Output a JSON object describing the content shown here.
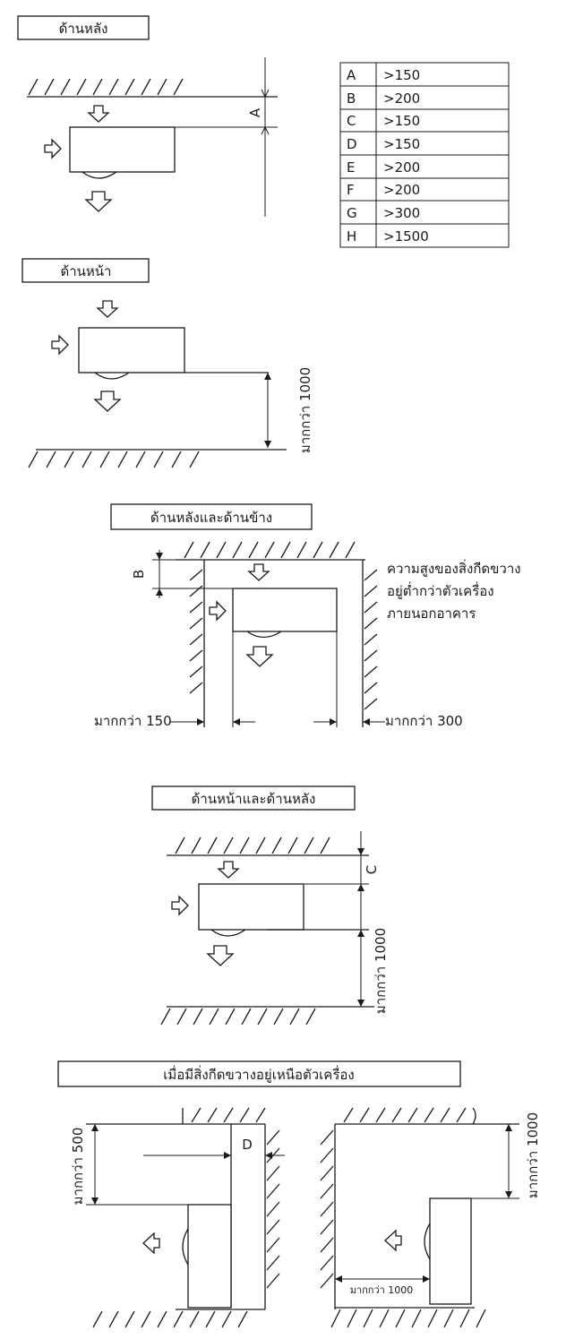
{
  "sections": {
    "rear": "ด้านหลัง",
    "front": "ด้านหน้า",
    "rear_side": "ด้านหลังและด้านข้าง",
    "front_rear": "ด้านหน้าและด้านหลัง",
    "above": "เมื่อมีสิ่งกีดขวางอยู่เหนือตัวเครื่อง"
  },
  "table": [
    {
      "key": "A",
      "value": ">150"
    },
    {
      "key": "B",
      "value": ">200"
    },
    {
      "key": "C",
      "value": ">150"
    },
    {
      "key": "D",
      "value": ">150"
    },
    {
      "key": "E",
      "value": ">200"
    },
    {
      "key": "F",
      "value": ">200"
    },
    {
      "key": "G",
      "value": ">300"
    },
    {
      "key": "H",
      "value": ">1500"
    }
  ],
  "labels": {
    "A": "A",
    "B": "B",
    "C": "C",
    "D": "D",
    "more_1000": "มากกว่า  1000",
    "more_150": "มากกว่า  150",
    "more_300": "มากกว่า  300",
    "more_500": "มากกว่า  500",
    "more_1000_small": "มากกว่า 1000",
    "note_line1": "ความสูงของสิ่งกีดขวาง",
    "note_line2": "อยู่ต่ำกว่าตัวเครื่อง",
    "note_line3": "ภายนอกอาคาร"
  }
}
